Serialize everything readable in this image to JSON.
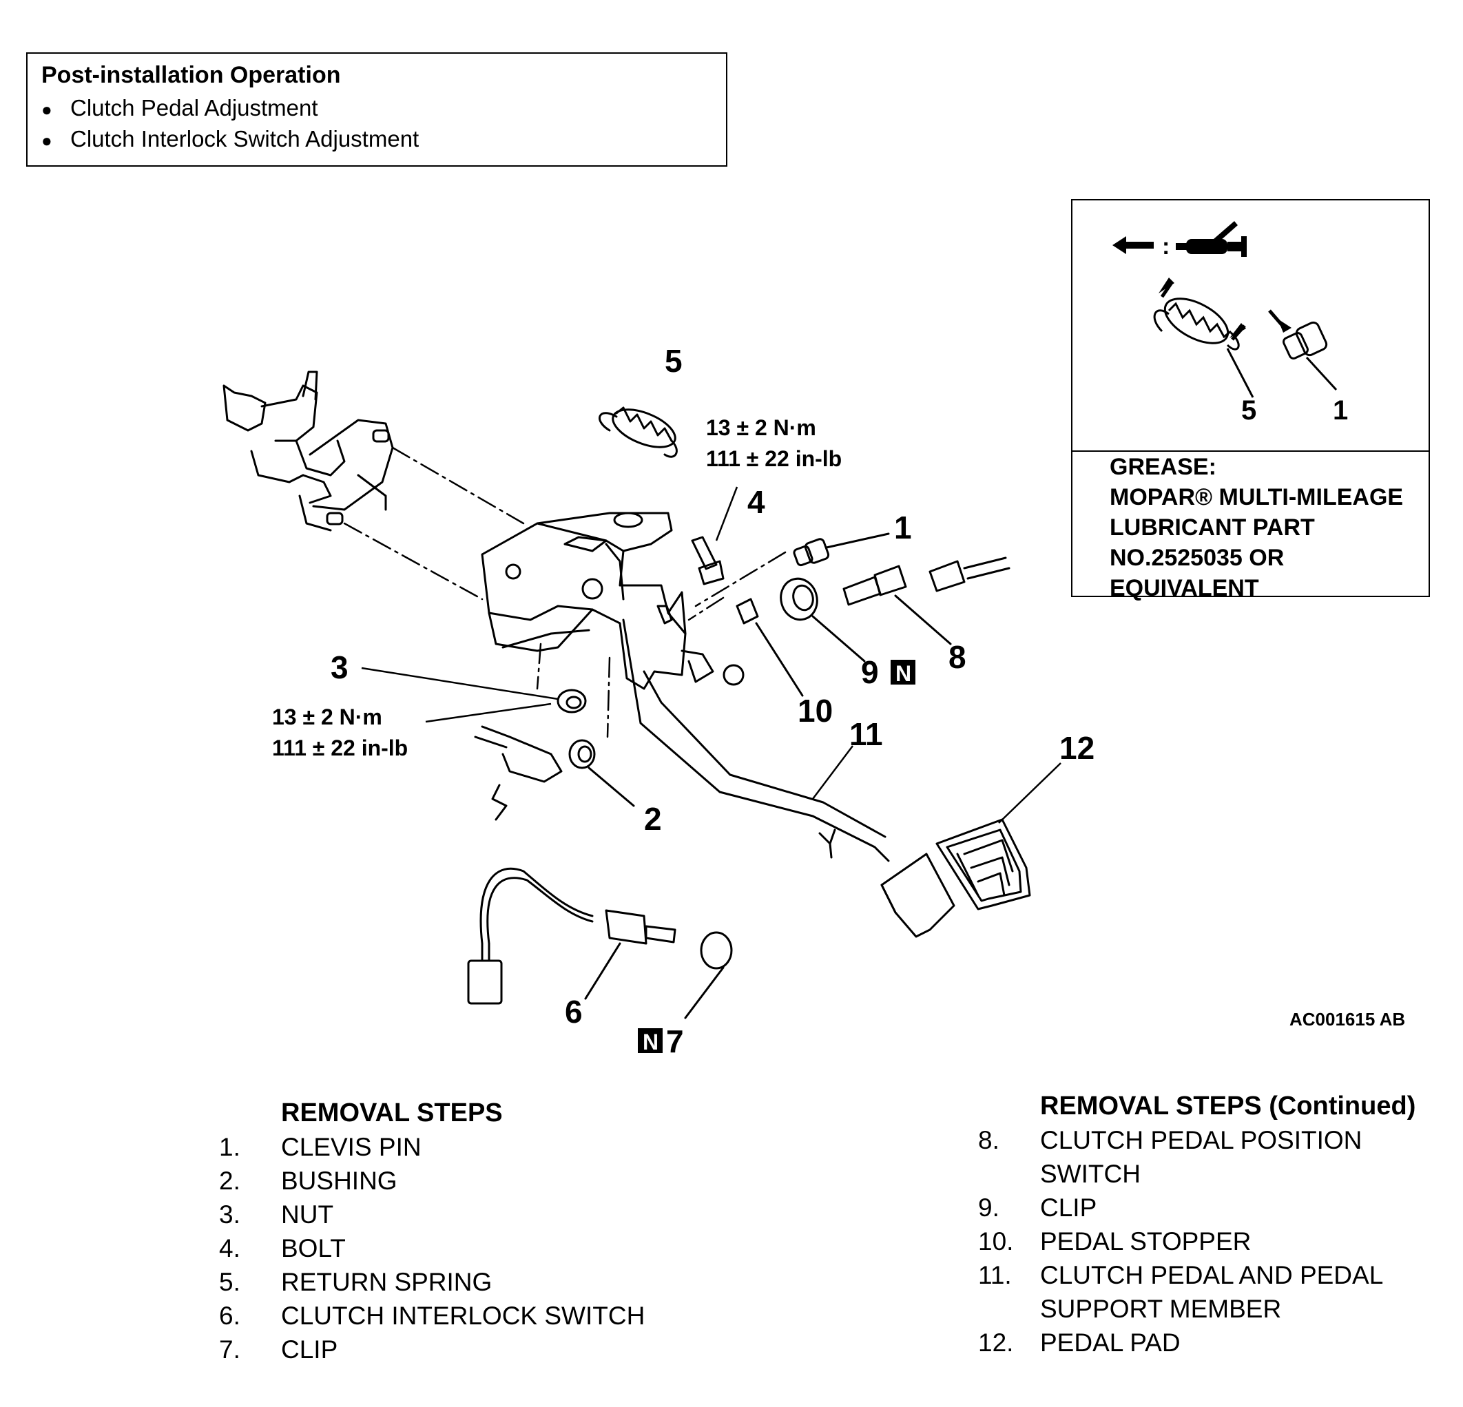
{
  "post_installation": {
    "title": "Post-installation Operation",
    "items": [
      "Clutch Pedal Adjustment",
      "Clutch Interlock Switch Adjustment"
    ]
  },
  "grease": {
    "legend_separator": ":",
    "callouts": [
      "5",
      "1"
    ],
    "lines": [
      "GREASE:",
      "MOPAR® MULTI-MILEAGE",
      "LUBRICANT PART",
      "NO.2525035 OR",
      "EQUIVALENT"
    ]
  },
  "diagram": {
    "callouts": {
      "c1": "1",
      "c2": "2",
      "c3": "3",
      "c4": "4",
      "c5": "5",
      "c6": "6",
      "c7": "7",
      "c8": "8",
      "c9": "9",
      "c10": "10",
      "c11": "11",
      "c12": "12"
    },
    "torque_top": [
      "13 ± 2 N·m",
      "111 ± 22 in-lb"
    ],
    "torque_left": [
      "13 ± 2 N·m",
      "111 ± 22 in-lb"
    ],
    "n_badge": "N"
  },
  "figure_code": "AC001615 AB",
  "removal_steps": {
    "title": "REMOVAL STEPS",
    "steps": [
      {
        "num": "1.",
        "text": "CLEVIS PIN"
      },
      {
        "num": "2.",
        "text": "BUSHING"
      },
      {
        "num": "3.",
        "text": "NUT"
      },
      {
        "num": "4.",
        "text": "BOLT"
      },
      {
        "num": "5.",
        "text": "RETURN SPRING"
      },
      {
        "num": "6.",
        "text": "CLUTCH INTERLOCK SWITCH"
      },
      {
        "num": "7.",
        "text": "CLIP"
      }
    ]
  },
  "removal_steps_continued": {
    "title": "REMOVAL STEPS (Continued)",
    "steps": [
      {
        "num": "8.",
        "lines": [
          "CLUTCH PEDAL POSITION",
          "SWITCH"
        ]
      },
      {
        "num": "9.",
        "lines": [
          "CLIP"
        ]
      },
      {
        "num": "10.",
        "lines": [
          "PEDAL STOPPER"
        ]
      },
      {
        "num": "11.",
        "lines": [
          "CLUTCH PEDAL AND PEDAL",
          "SUPPORT MEMBER"
        ]
      },
      {
        "num": "12.",
        "lines": [
          "PEDAL PAD"
        ]
      }
    ]
  }
}
